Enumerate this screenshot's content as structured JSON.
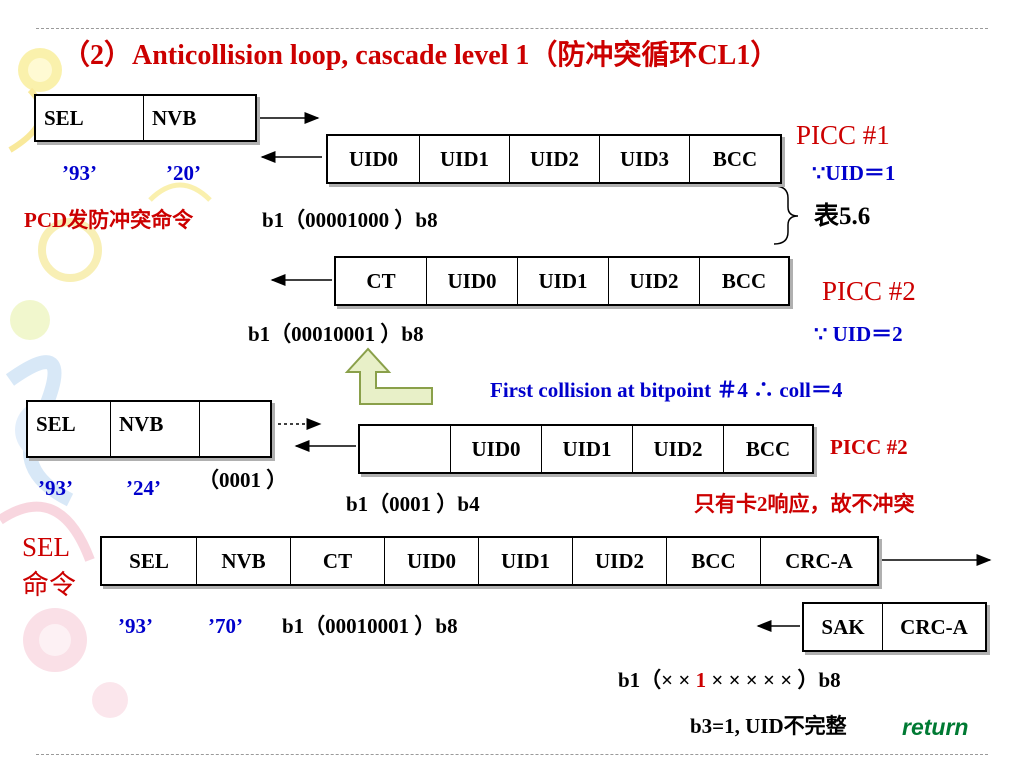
{
  "title": "（2）Anticollision loop, cascade level 1（防冲突循环CL1）",
  "colors": {
    "blue": "#0000cc",
    "red": "#cc0000",
    "return": "#007a33",
    "arrow_fill": "#e8f0c8",
    "arrow_stroke": "#8aa04a"
  },
  "cmd1": {
    "cells": [
      "SEL",
      "NVB"
    ],
    "v1": "’93’",
    "v2": "’20’",
    "desc": "PCD发防冲突命令",
    "bits": "b1（00001000 ）b8"
  },
  "resp1": {
    "cells": [
      "UID0",
      "UID1",
      "UID2",
      "UID3",
      "BCC"
    ]
  },
  "picc1": {
    "title": "PICC #1",
    "uid": "∵UID＝1",
    "table_ref": "表5.6"
  },
  "resp2": {
    "cells": [
      "CT",
      "UID0",
      "UID1",
      "UID2",
      "BCC"
    ],
    "bits": "b1（00010001 ）b8"
  },
  "picc2": {
    "title": "PICC #2",
    "uid": "∵ UID＝2"
  },
  "collision": "First collision at bitpoint ＃4 ∴ coll＝4",
  "cmd2": {
    "cells": [
      "SEL",
      "NVB",
      ""
    ],
    "v1": "’93’",
    "v2": "’24’",
    "extra": "（0001 ）"
  },
  "resp3": {
    "cells": [
      "",
      "UID0",
      "UID1",
      "UID2",
      "BCC"
    ],
    "label": "PICC #2",
    "bits": "b1（0001 ）b4",
    "note": "只有卡2响应，故不冲突"
  },
  "sel": {
    "label_line1": "SEL",
    "label_line2": "命令",
    "cells": [
      "SEL",
      "NVB",
      "CT",
      "UID0",
      "UID1",
      "UID2",
      "BCC",
      "CRC-A"
    ],
    "v1": "’93’",
    "v2": "’70’",
    "bits": "b1（00010001 ）b8"
  },
  "sak": {
    "cells": [
      "SAK",
      "CRC-A"
    ]
  },
  "sak_bits": {
    "prefix": "b1（× × ",
    "highlight": "1",
    "suffix": " × × × × × ）b8"
  },
  "footer": {
    "note": "b3=1, UID不完整",
    "return_label": "return"
  }
}
